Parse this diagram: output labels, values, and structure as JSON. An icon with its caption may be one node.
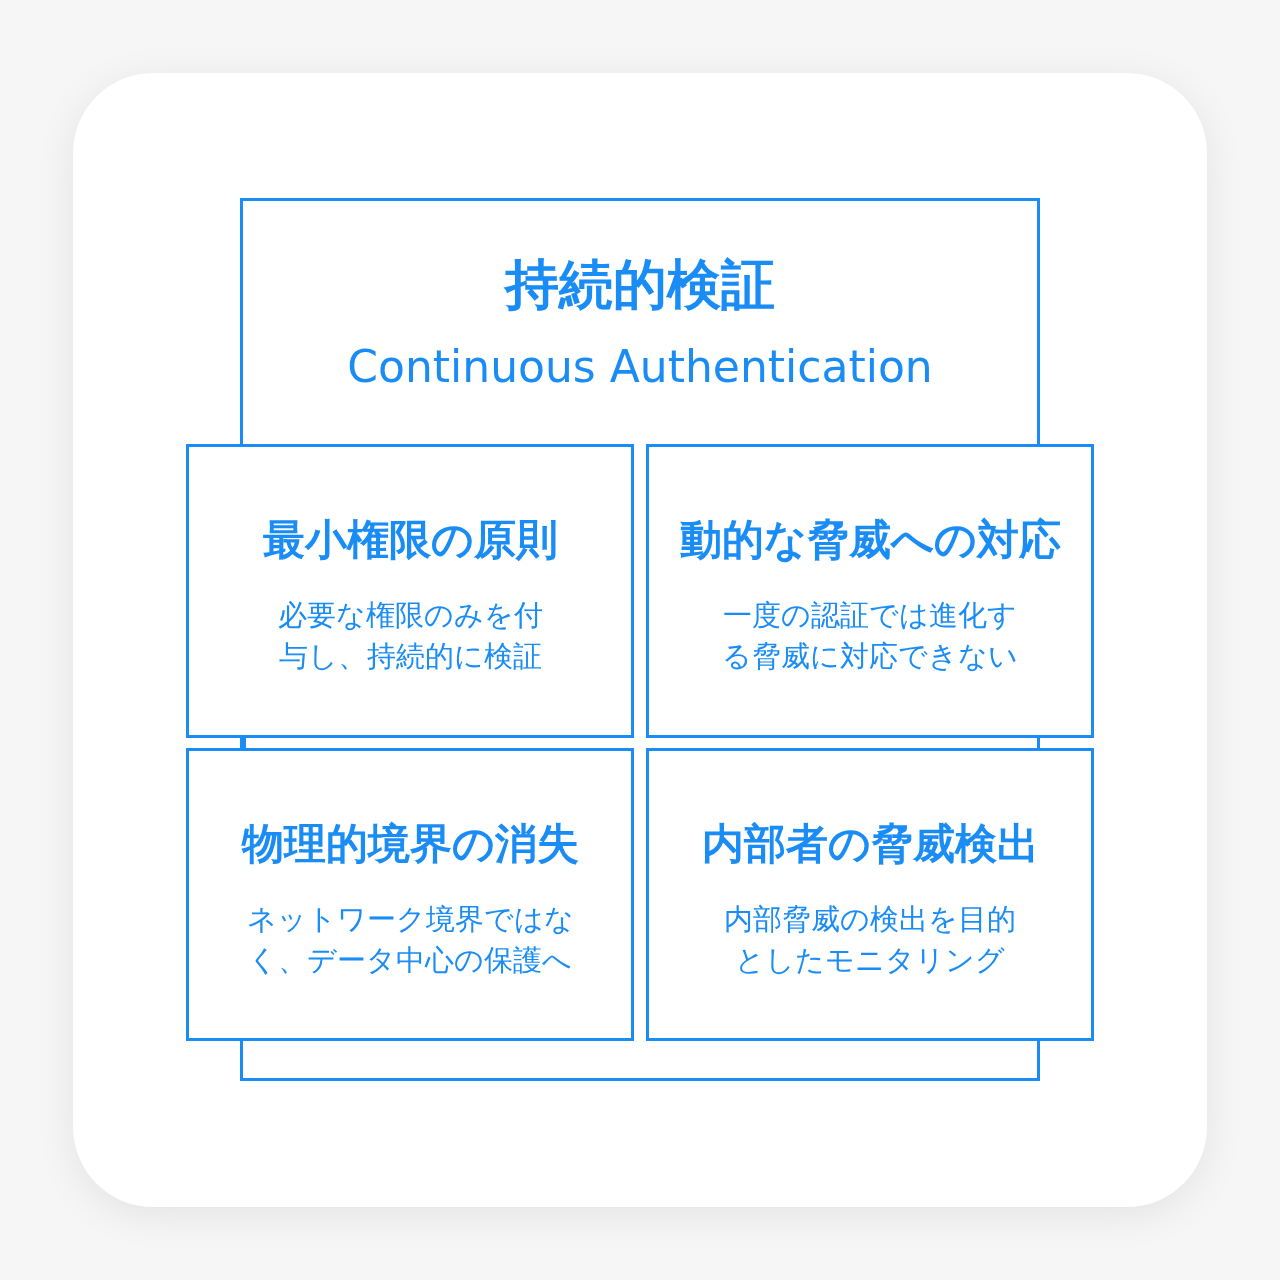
{
  "diagram": {
    "nodes": [
      {
        "text": [
          "持続的検証",
          "Continuous Authentication"
        ]
      },
      {
        "text": [
          "最小権限の原則",
          "必要な権限のみを付与し、持続的に検証"
        ]
      },
      {
        "text": [
          "動的な脅威への対応",
          "一度の認証では進化する脅威に対応できない"
        ]
      },
      {
        "text": [
          "物理的境界の消失",
          "ネットワーク境界ではなく、データ中心の保護へ"
        ]
      },
      {
        "text": [
          "内部者の脅威検出",
          "内部脅威の検出を目的としたモニタリング"
        ]
      }
    ]
  }
}
